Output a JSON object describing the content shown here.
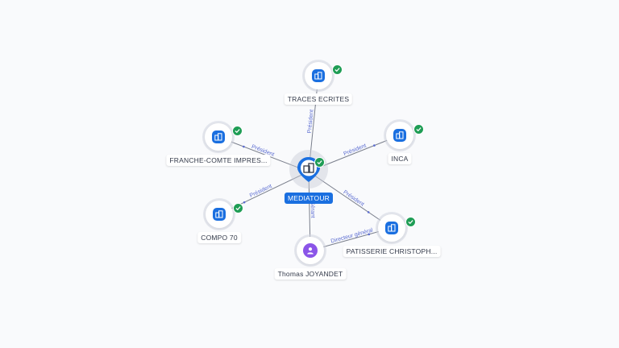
{
  "center": {
    "label": "MEDIATOUR",
    "verified": true,
    "icon": "building-icon"
  },
  "nodes": [
    {
      "id": "traces",
      "label": "TRACES ECRITES",
      "type": "company",
      "verified": true
    },
    {
      "id": "franche",
      "label": "FRANCHE-COMTE IMPRES...",
      "type": "company",
      "verified": true
    },
    {
      "id": "inca",
      "label": "INCA",
      "type": "company",
      "verified": true
    },
    {
      "id": "compo",
      "label": "COMPO 70",
      "type": "company",
      "verified": true
    },
    {
      "id": "patisserie",
      "label": "PATISSERIE CHRISTOPH...",
      "type": "company",
      "verified": true
    },
    {
      "id": "thomas",
      "label": "Thomas JOYANDET",
      "type": "person",
      "verified": false
    }
  ],
  "edges": [
    {
      "from": "center",
      "to": "traces",
      "label": "Président"
    },
    {
      "from": "center",
      "to": "franche",
      "label": "Président"
    },
    {
      "from": "center",
      "to": "inca",
      "label": "Président"
    },
    {
      "from": "center",
      "to": "compo",
      "label": "Président"
    },
    {
      "from": "center",
      "to": "patisserie",
      "label": "Président"
    },
    {
      "from": "thomas",
      "to": "center",
      "label": "Gérant"
    },
    {
      "from": "thomas",
      "to": "patisserie",
      "label": "Directeur général"
    }
  ],
  "colors": {
    "accent": "#1a6fe0",
    "person": "#8b55e8",
    "verified": "#1f9d55",
    "edge_label": "#5b6cd1",
    "background": "#f9fafc"
  }
}
